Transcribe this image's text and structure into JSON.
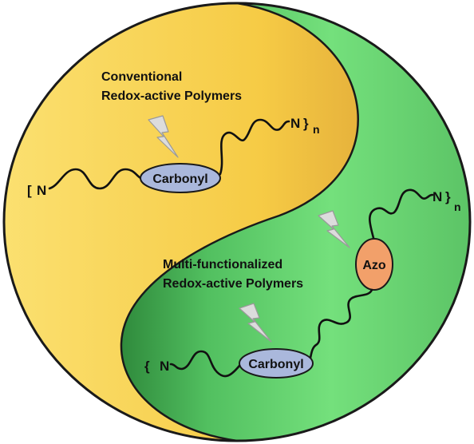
{
  "top_region": {
    "title_line1": "Conventional",
    "title_line2": "Redox-active Polymers",
    "unit_label": "Carbonyl",
    "end_left": "N",
    "end_right": "N",
    "repeat_sub": "n"
  },
  "bottom_region": {
    "title_line1": "Multi-functionalized",
    "title_line2": "Redox-active Polymers",
    "unit_carbonyl": "Carbonyl",
    "unit_azo": "Azo",
    "end_left": "N",
    "end_right": "N",
    "repeat_sub": "n"
  },
  "colors": {
    "yellow": "#f7cc4a",
    "green": "#6fdc78",
    "carbonyl_fill": "#aab8dc",
    "azo_fill": "#f2a06a",
    "bolt_fill": "#dcdcdc"
  },
  "icons": [
    "lightning-icon",
    "lightning-icon",
    "lightning-icon"
  ]
}
